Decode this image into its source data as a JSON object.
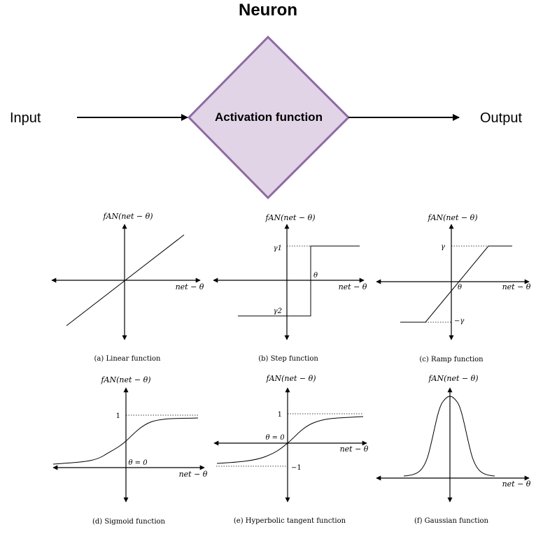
{
  "title": "Neuron",
  "flow": {
    "input_label": "Input",
    "output_label": "Output",
    "node_label": "Activation function",
    "node_fill": "#e0d4e6",
    "node_stroke": "#8e6aa3"
  },
  "plots": [
    {
      "id": "linear",
      "y_axis_label": "fAN(net − θ)",
      "x_axis_label": "net − θ",
      "caption": "(a) Linear function"
    },
    {
      "id": "step",
      "y_axis_label": "fAN(net − θ)",
      "x_axis_label": "net − θ",
      "caption": "(b) Step function",
      "labels": {
        "upper": "γ1",
        "lower": "γ2",
        "threshold": "θ"
      }
    },
    {
      "id": "ramp",
      "y_axis_label": "fAN(net − θ)",
      "x_axis_label": "net − θ",
      "caption": "(c) Ramp function",
      "labels": {
        "upper": "γ",
        "lower": "−γ",
        "threshold": "θ"
      }
    },
    {
      "id": "sigmoid",
      "y_axis_label": "fAN(net − θ)",
      "x_axis_label": "net − θ",
      "caption": "(d) Sigmoid function",
      "labels": {
        "one": "1",
        "threshold": "θ = 0"
      }
    },
    {
      "id": "tanh",
      "y_axis_label": "fAN(net − θ)",
      "x_axis_label": "net − θ",
      "caption": "(e) Hyperbolic tangent function",
      "labels": {
        "one": "1",
        "minus_one": "−1",
        "threshold": "θ = 0"
      }
    },
    {
      "id": "gaussian",
      "y_axis_label": "fAN(net − θ)",
      "x_axis_label": "net − θ",
      "caption": "(f) Gaussian function"
    }
  ]
}
